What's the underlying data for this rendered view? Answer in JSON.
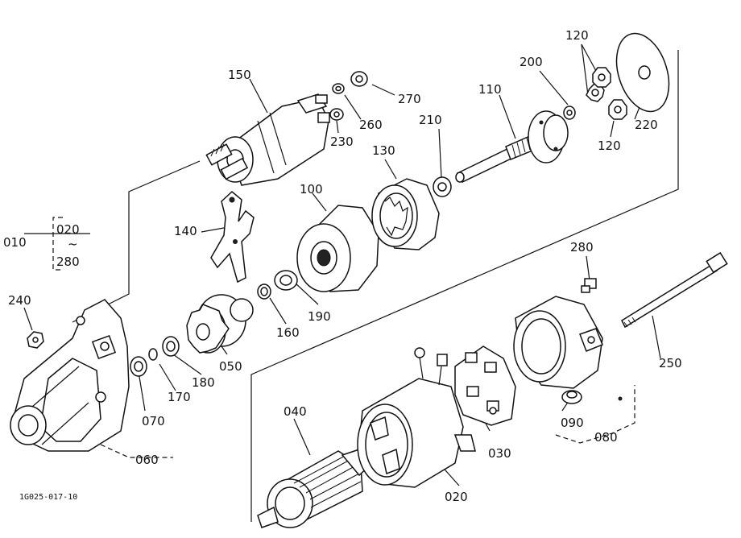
{
  "diagram": {
    "figure_code": "1G025-017-10",
    "labels": {
      "p010": "010",
      "p020a": "020",
      "tilde": "~",
      "p280a": "280",
      "p020": "020",
      "p030": "030",
      "p040": "040",
      "p050": "050",
      "p060": "060",
      "p070": "070",
      "p080": "080",
      "p090": "090",
      "p100": "100",
      "p110": "110",
      "p120a": "120",
      "p120b": "120",
      "p130": "130",
      "p140": "140",
      "p150": "150",
      "p160": "160",
      "p170": "170",
      "p180": "180",
      "p190": "190",
      "p200": "200",
      "p210": "210",
      "p220": "220",
      "p230": "230",
      "p240": "240",
      "p250": "250",
      "p260": "260",
      "p270": "270",
      "p280": "280"
    }
  }
}
